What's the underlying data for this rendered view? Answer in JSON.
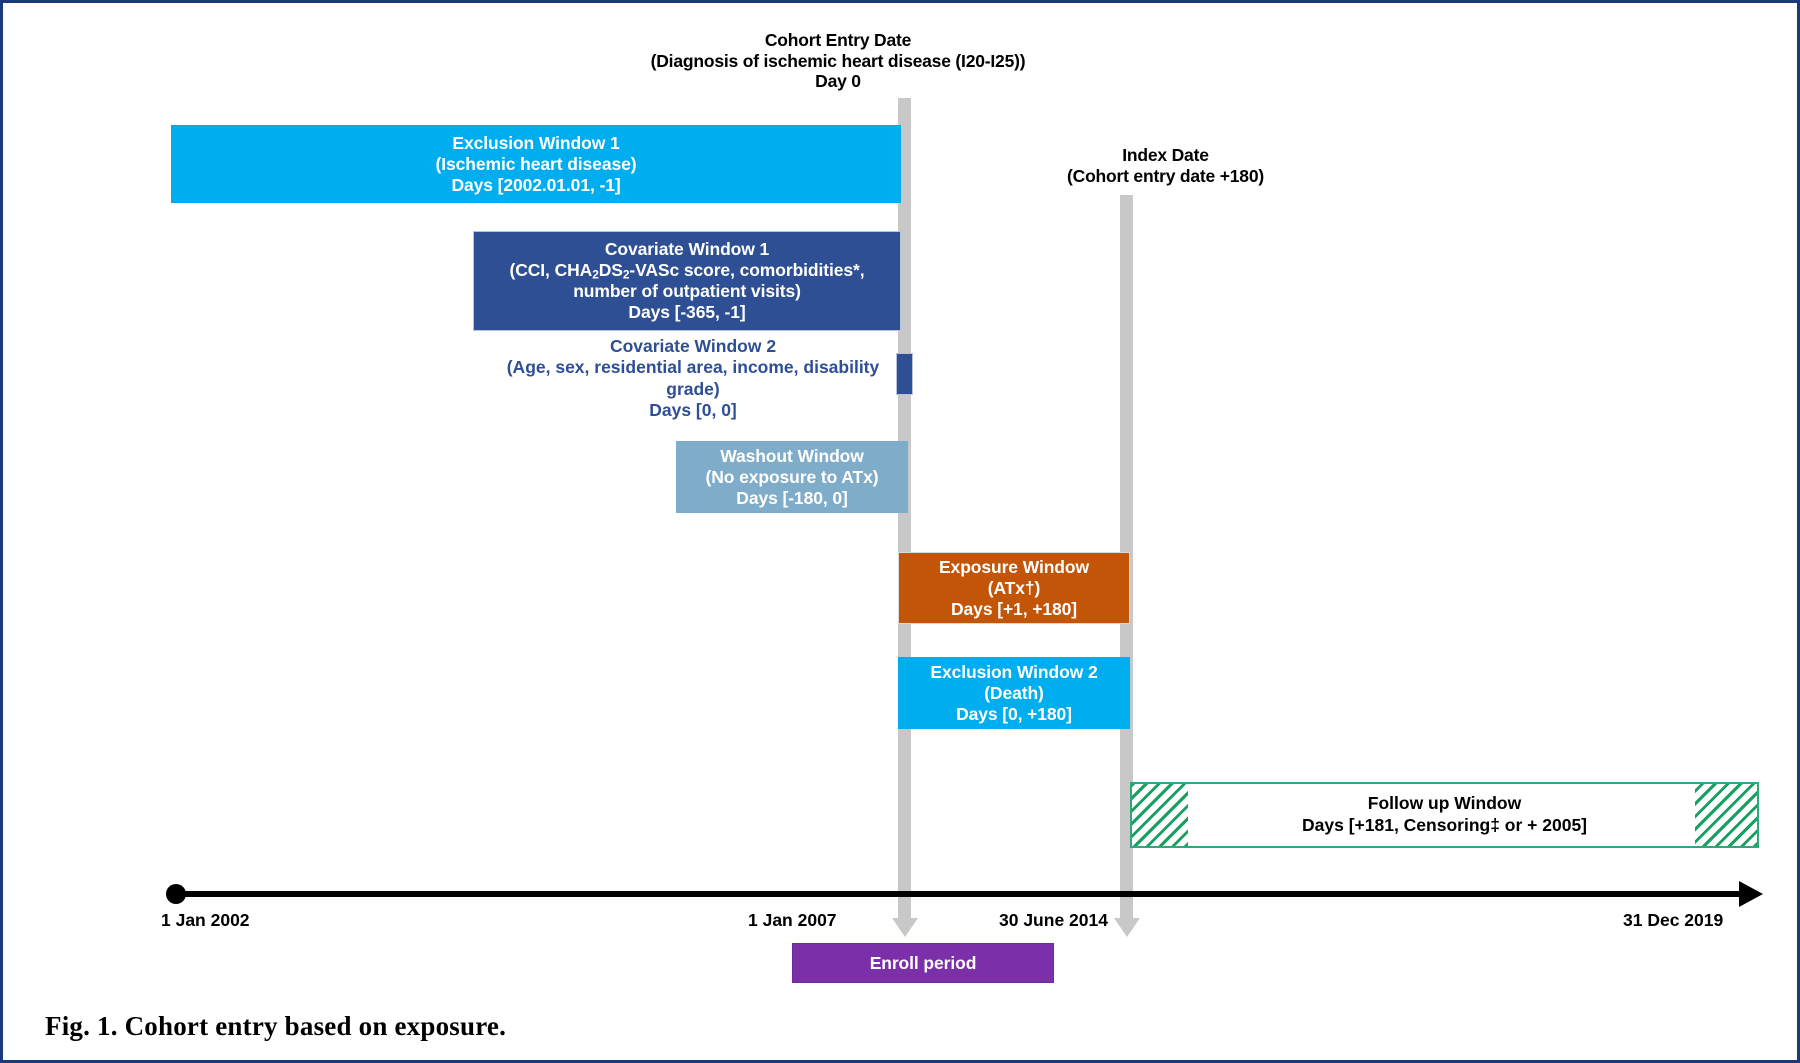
{
  "figure": {
    "caption": "Fig. 1.  Cohort entry based on exposure."
  },
  "annotations": {
    "cohort_entry": {
      "line1": "Cohort Entry Date",
      "line2": "(Diagnosis of ischemic heart disease (I20-I25))",
      "line3": "Day 0"
    },
    "index_date": {
      "line1": "Index Date",
      "line2": "(Cohort entry date +180)"
    }
  },
  "windows": {
    "exclusion1": {
      "title": "Exclusion Window 1",
      "detail": "(Ischemic heart disease)",
      "days": "Days [2002.01.01, -1]",
      "color": "#00AEEF"
    },
    "covariate1": {
      "title": "Covariate Window 1",
      "detail_line1": "(CCI, CHA2DS2-VASc score, comorbidities*,",
      "detail_line2": "number of outpatient visits)",
      "days": "Days [-365, -1]",
      "color": "#2E4F94"
    },
    "covariate2": {
      "title": "Covariate Window 2",
      "detail_line1": "(Age, sex, residential area, income, disability",
      "detail_line2": "grade)",
      "days": "Days [0, 0]",
      "color": "#2E4F94"
    },
    "washout": {
      "title": "Washout Window",
      "detail": "(No exposure to ATx)",
      "days": "Days [-180, 0]",
      "color": "#7FACC9"
    },
    "exposure": {
      "title": "Exposure Window",
      "detail": "(ATx†)",
      "days": "Days [+1, +180]",
      "color": "#C25508"
    },
    "exclusion2": {
      "title": "Exclusion Window 2",
      "detail": "(Death)",
      "days": "Days [0, +180]",
      "color": "#00AEEF"
    },
    "followup": {
      "title": "Follow up Window",
      "days": "Days [+181, Censoring‡  or + 2005]",
      "color": "#17a05f"
    },
    "enroll": {
      "label": "Enroll period",
      "color": "#7B2FA8"
    }
  },
  "timeline": {
    "ticks": [
      {
        "label": "1 Jan 2002"
      },
      {
        "label": "1 Jan 2007"
      },
      {
        "label": "30 June 2014"
      },
      {
        "label": "31 Dec 2019"
      }
    ]
  }
}
